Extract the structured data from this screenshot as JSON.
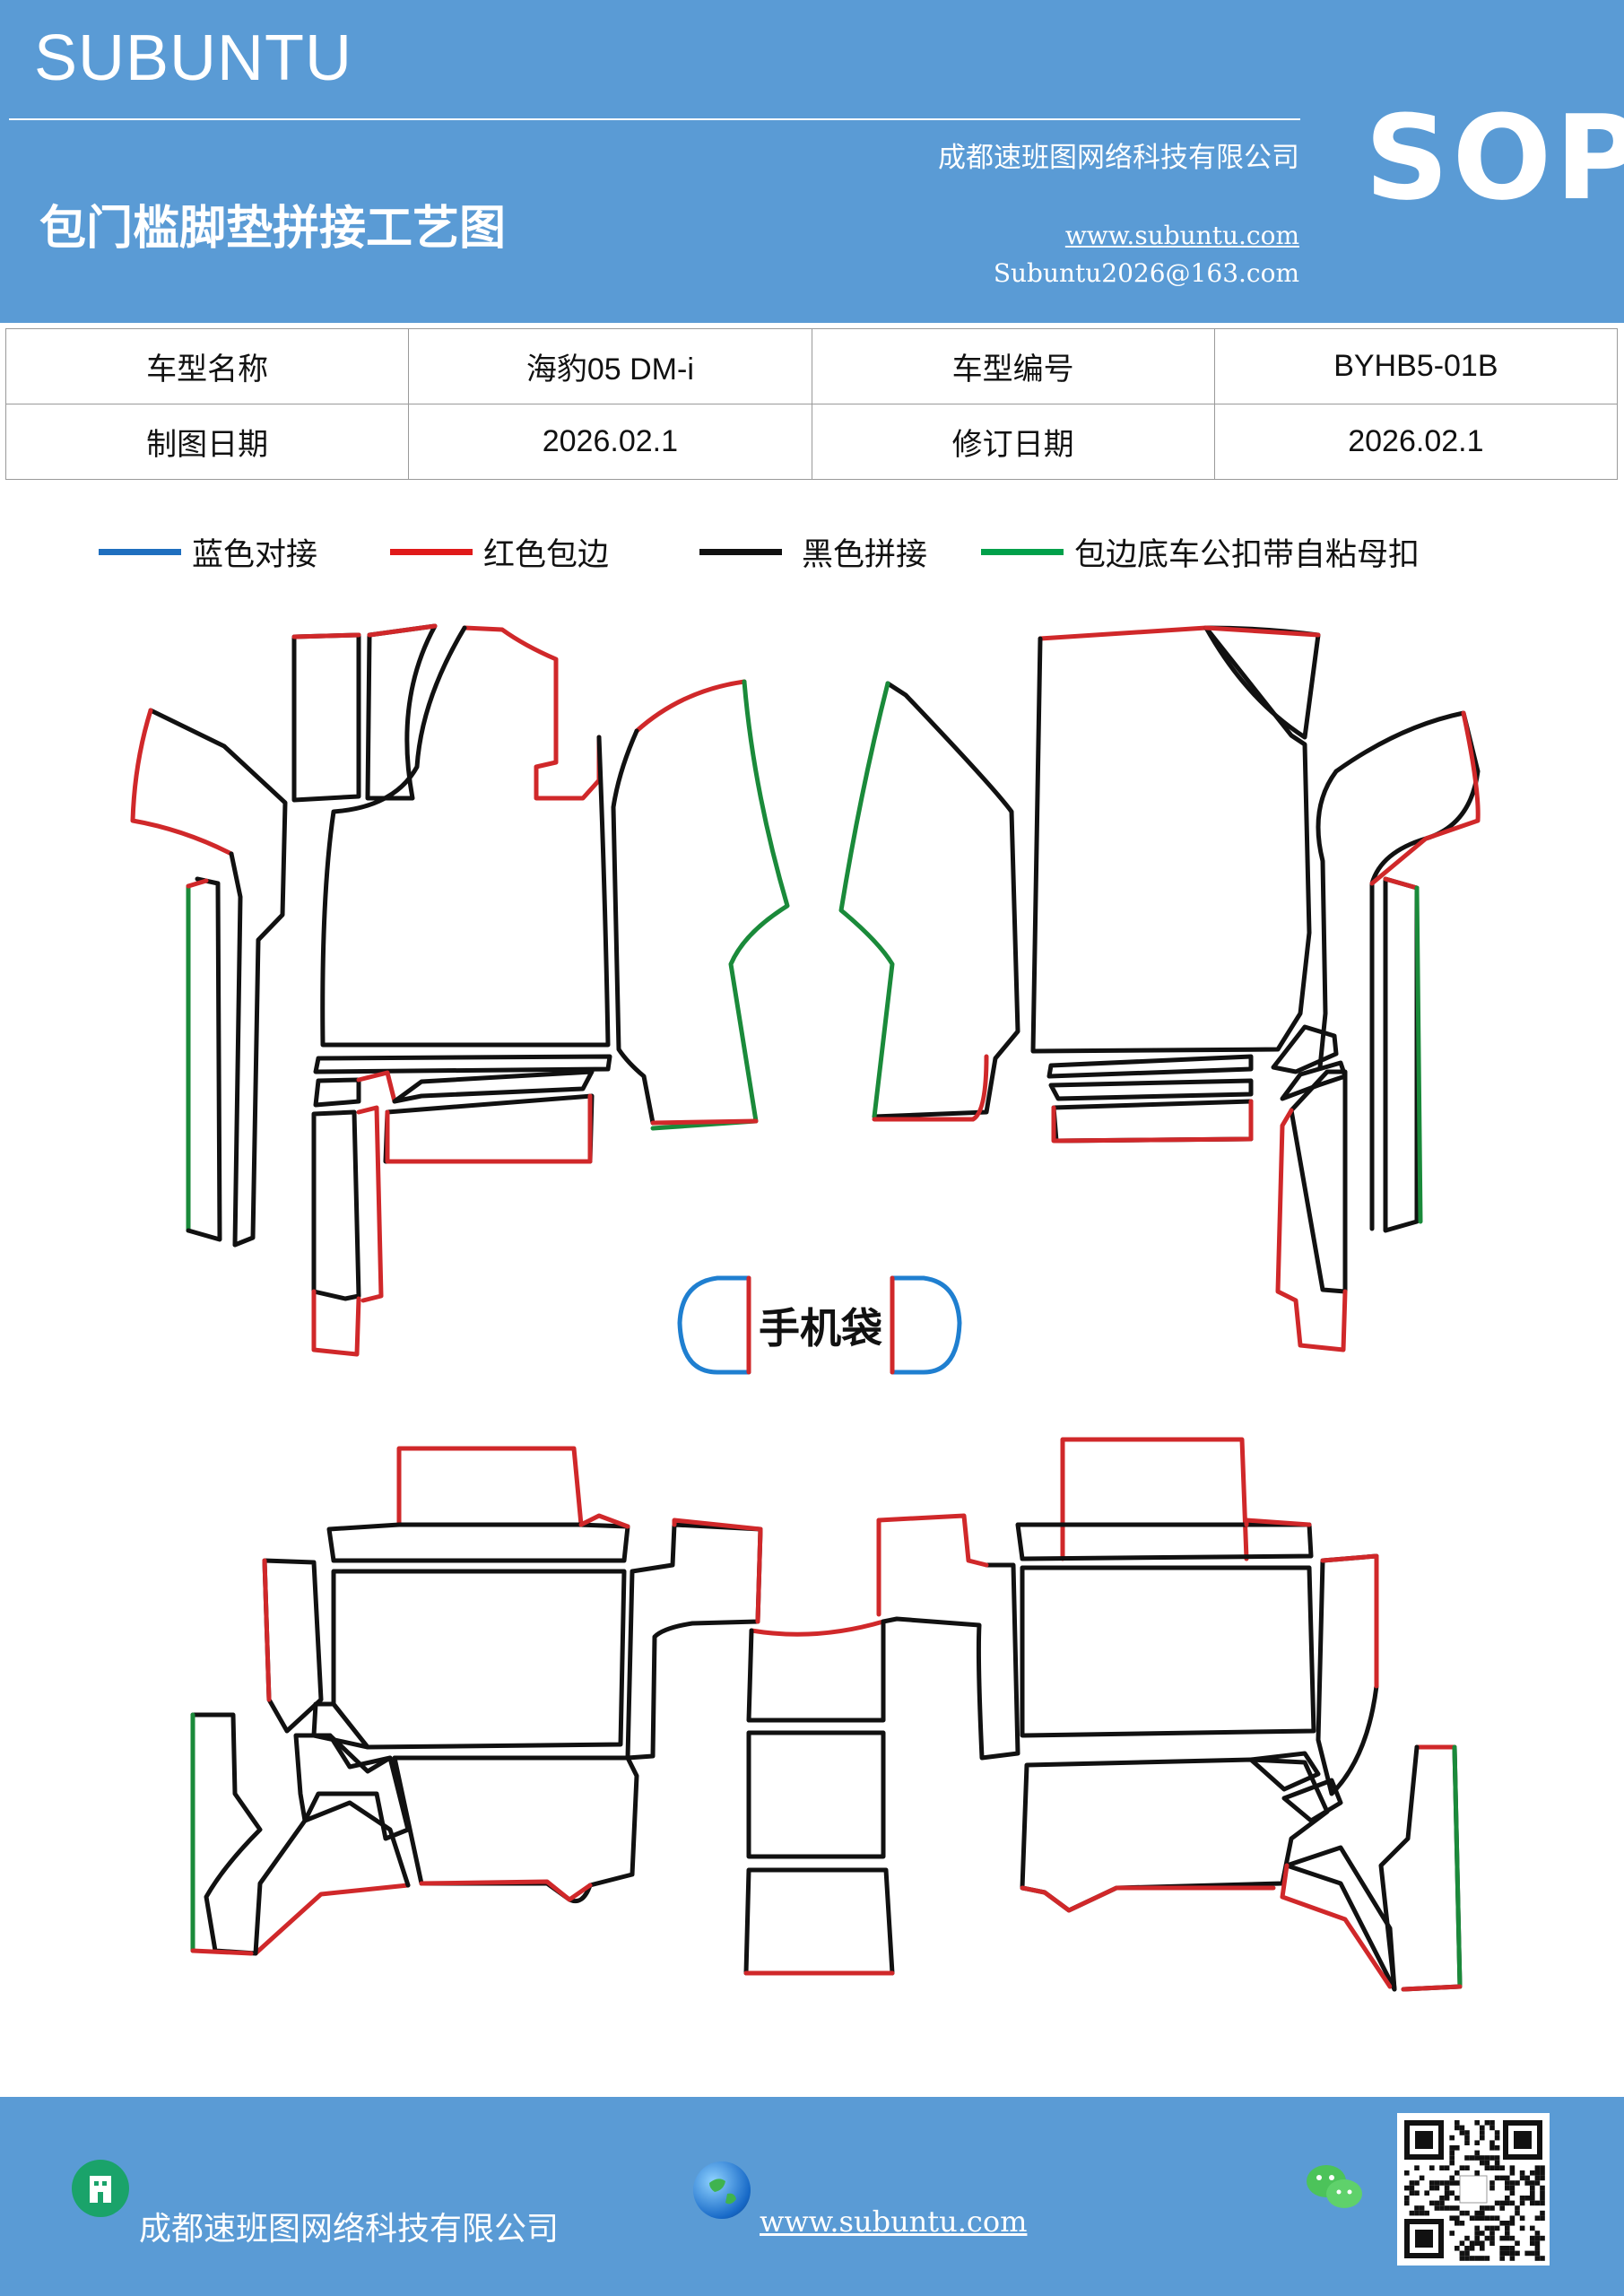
{
  "header": {
    "brand": "SUBUNTU",
    "title": "包门槛脚垫拼接工艺图",
    "company": "成都速班图网络科技有限公司",
    "website": "www.subuntu.com",
    "email": "Subuntu2026@163.com",
    "badge": "SOP"
  },
  "info_table": {
    "model_name_label": "车型名称",
    "model_name": "海豹05  DM-i",
    "model_no_label": "车型编号",
    "model_no": "BYHB5-01B",
    "draw_date_label": "制图日期",
    "draw_date": "2026.02.1",
    "revise_date_label": "修订日期",
    "revise_date": "2026.02.1"
  },
  "legend": [
    {
      "label": "蓝色对接",
      "color": "#1f6fbf"
    },
    {
      "label": "红色包边",
      "color": "#e01a1a"
    },
    {
      "label": "黑色拼接",
      "color": "#111111"
    },
    {
      "label": "包边底车公扣带自粘母扣",
      "color": "#00a04a"
    }
  ],
  "diagram": {
    "phone_bag_label": "手机袋",
    "colors": {
      "blue": "#1f7fd0",
      "red": "#d0282a",
      "black": "#111111",
      "green": "#1a8a3a"
    }
  },
  "footer": {
    "company": "成都速班图网络科技有限公司",
    "website": "www.subuntu.com ",
    "icons": [
      "building-icon",
      "globe-icon",
      "wechat-icon",
      "qr-code"
    ]
  }
}
